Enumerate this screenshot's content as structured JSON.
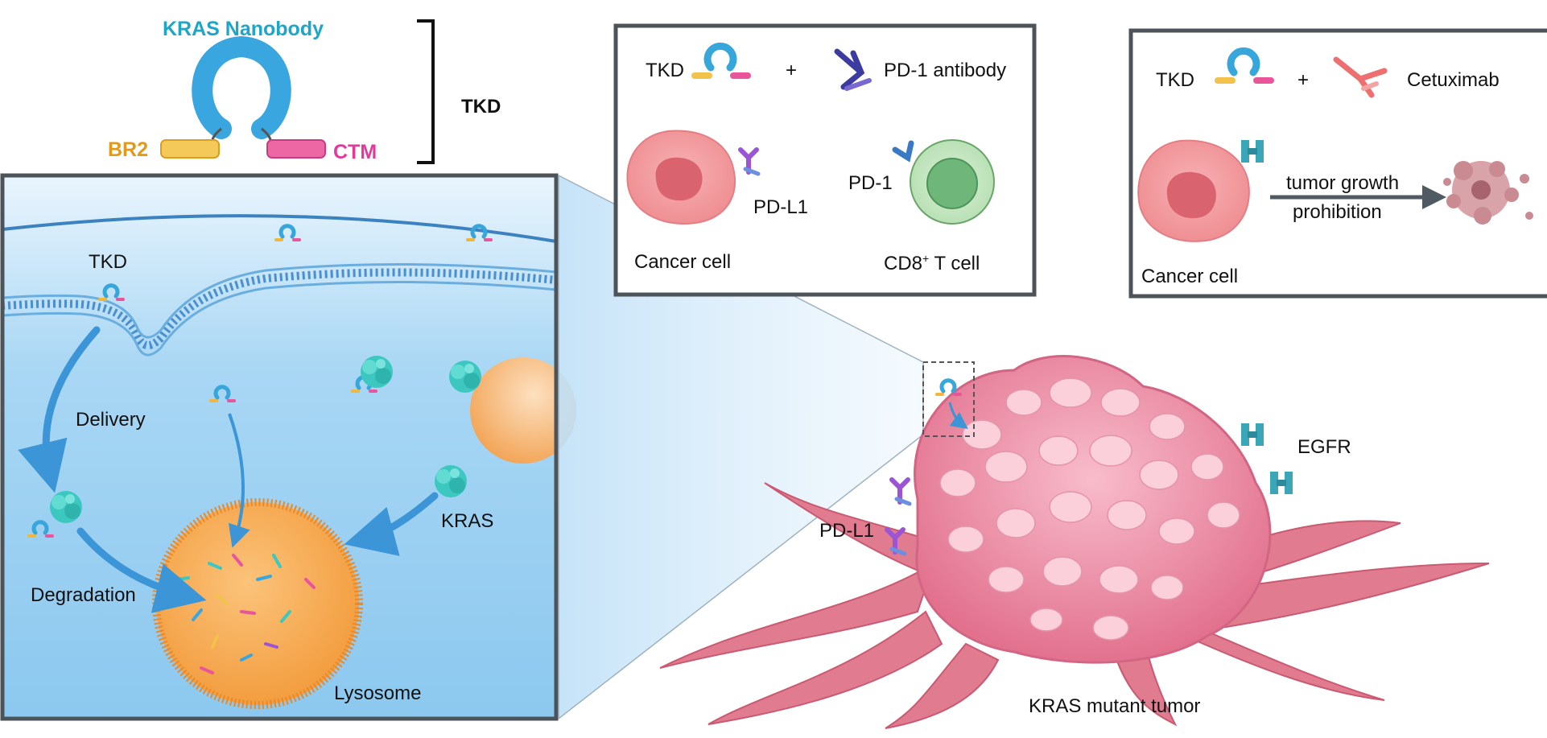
{
  "construct": {
    "nanobody": "KRAS Nanobody",
    "left_tag": "BR2",
    "right_tag": "CTM",
    "bracket_label": "TKD",
    "colors": {
      "nanobody": "#1ea5c8",
      "br2": "#e29a18",
      "ctm": "#e23a9a"
    }
  },
  "cell_panel": {
    "tkd_label": "TKD",
    "delivery": "Delivery",
    "degradation": "Degradation",
    "kras": "KRAS",
    "lysosome": "Lysosome"
  },
  "box_pd1": {
    "tkd": "TKD",
    "plus": "+",
    "antibody": "PD-1 antibody",
    "pdl1": "PD-L1",
    "pd1": "PD-1",
    "cancer_cell": "Cancer cell",
    "t_cell": "CD8",
    "t_cell_sup": "+",
    "t_cell_suffix": " T cell"
  },
  "box_cetuximab": {
    "tkd": "TKD",
    "plus": "+",
    "drug": "Cetuximab",
    "arrow_line1": "tumor growth",
    "arrow_line2": "prohibition",
    "cancer_cell": "Cancer cell"
  },
  "tumor": {
    "egfr": "EGFR",
    "pdl1": "PD-L1",
    "name": "KRAS mutant tumor"
  }
}
